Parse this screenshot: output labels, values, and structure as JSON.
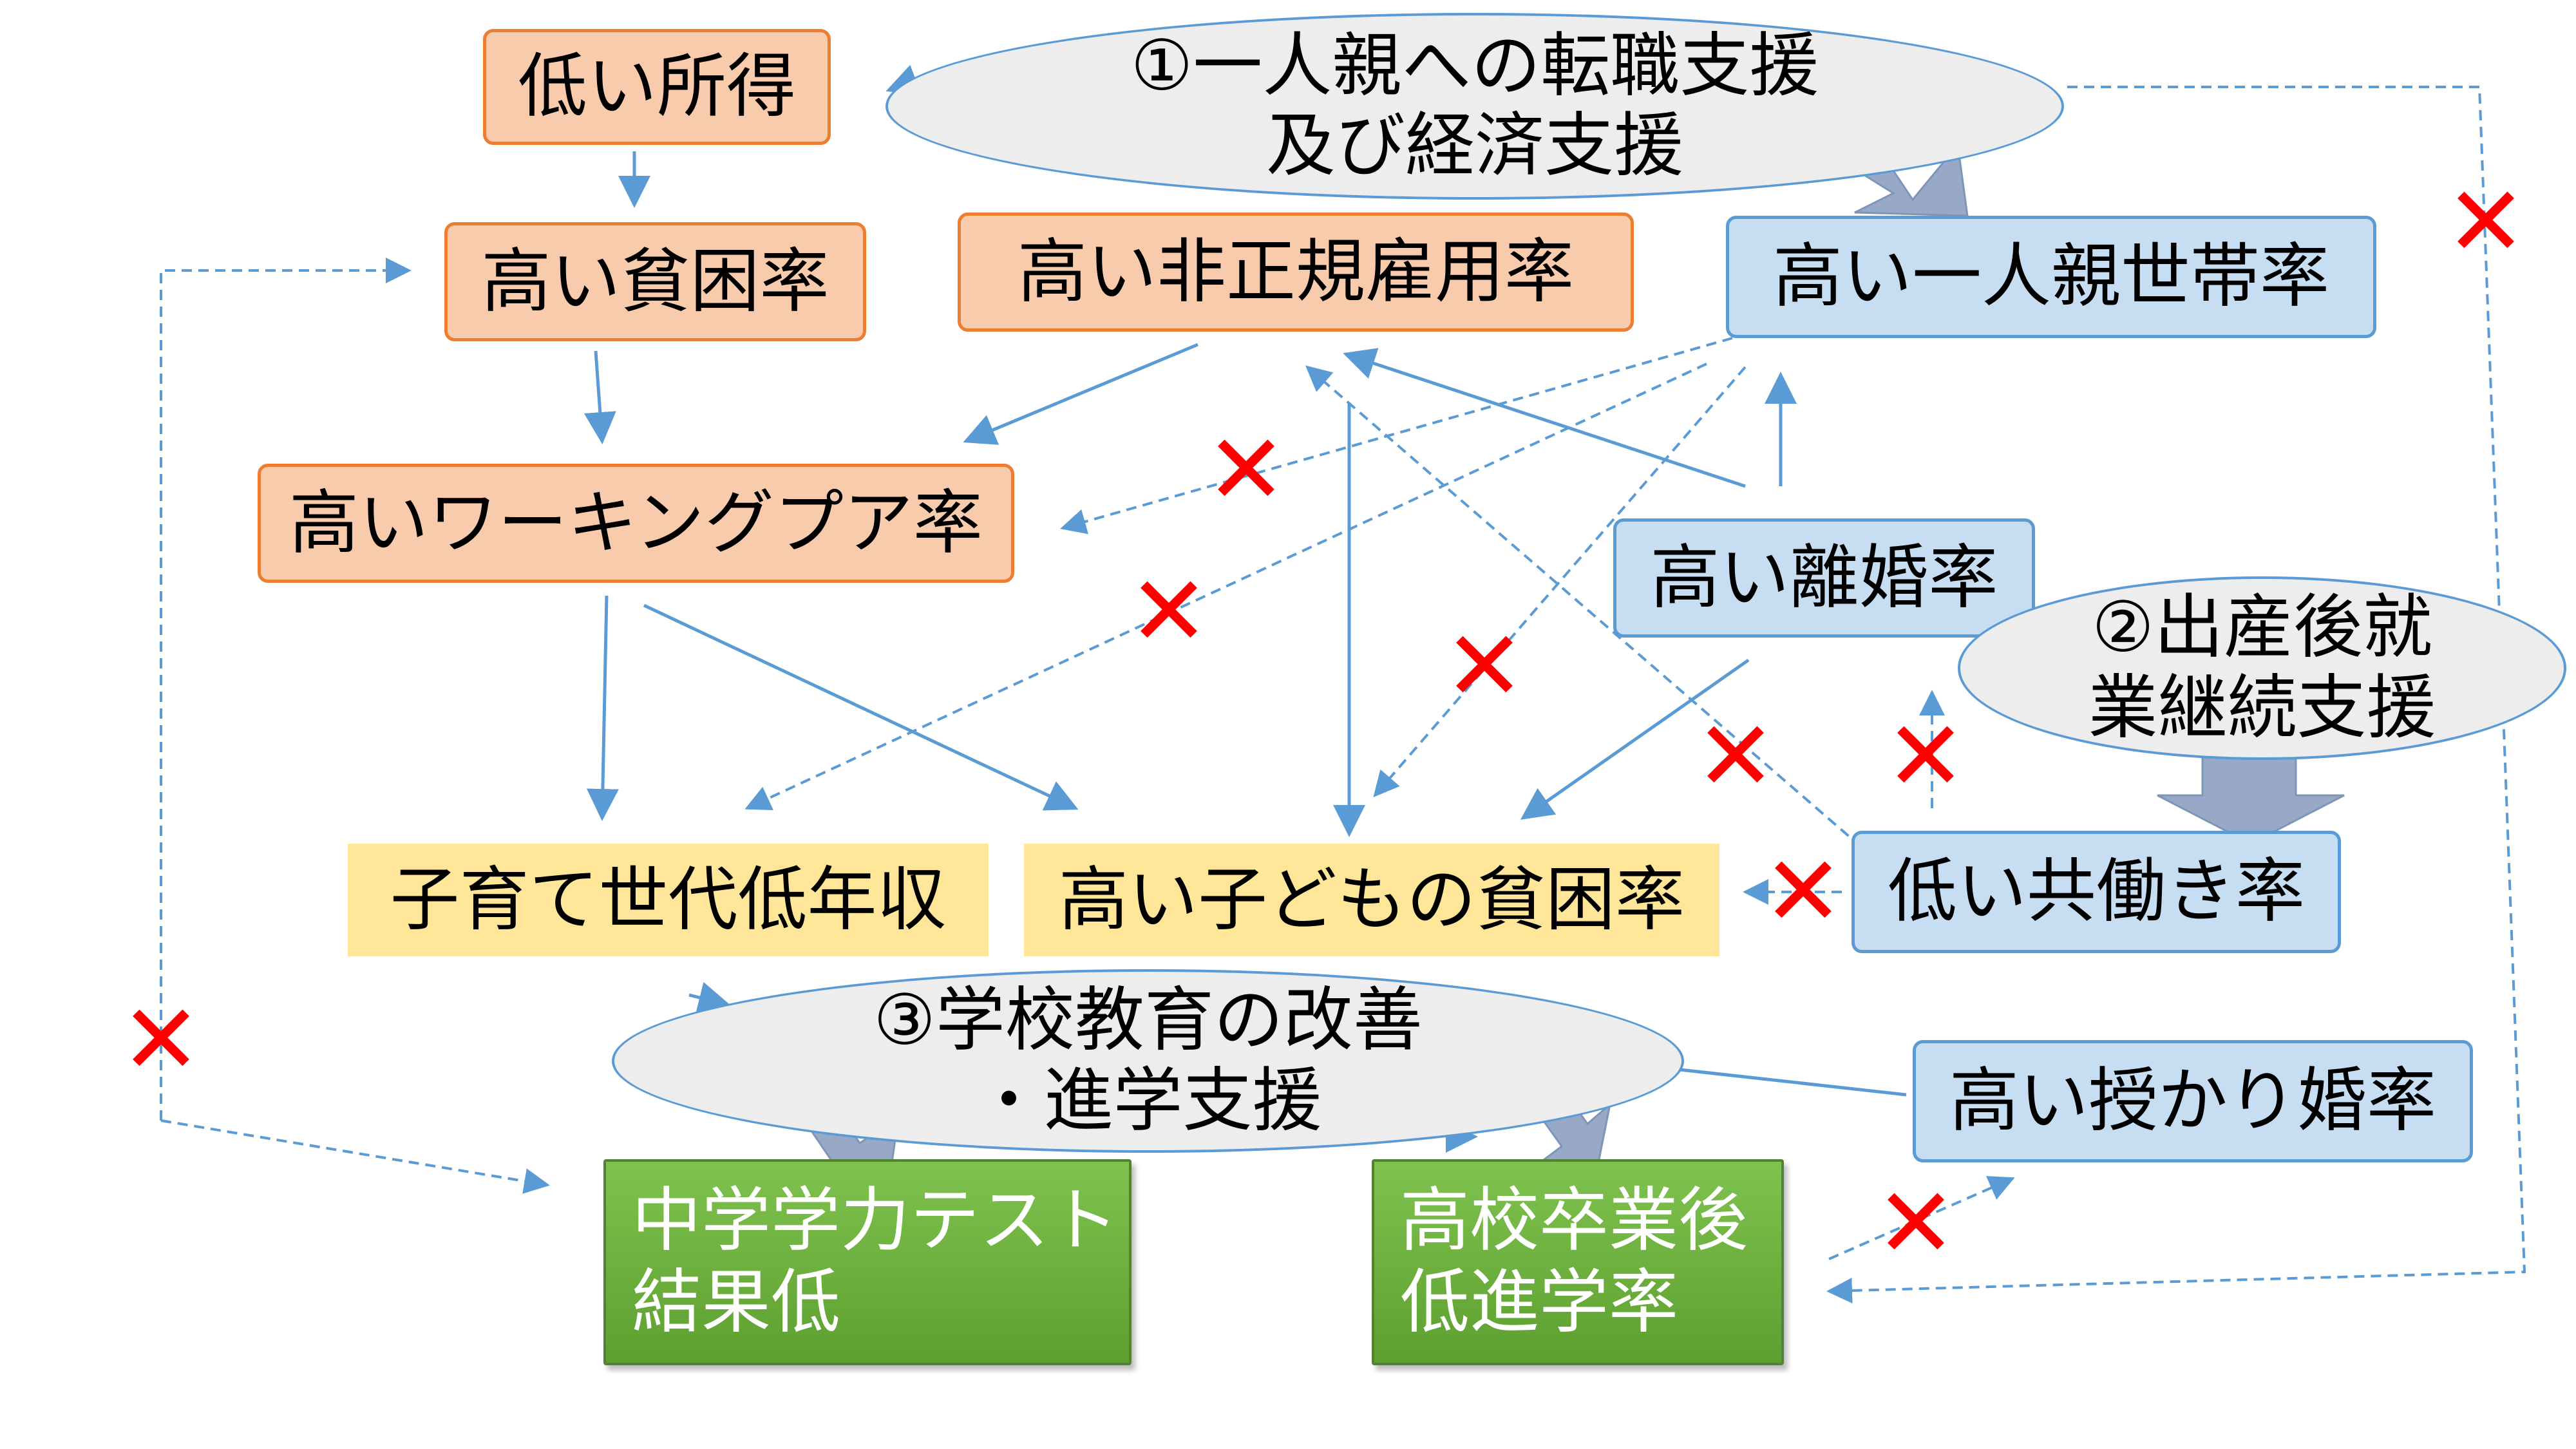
{
  "nodes": {
    "low_income": "低い所得",
    "high_poverty": "高い貧困率",
    "high_nonregular": "高い非正規雇用率",
    "high_single_parent": "高い一人親世帯率",
    "high_working_poor": "高いワーキングプア率",
    "high_divorce": "高い離婚率",
    "childrearing_low_income": "子育て世代低年収",
    "high_child_poverty": "高い子どもの貧困率",
    "low_dual_income": "低い共働き率",
    "high_shotgun_marriage": "高い授かり婚率",
    "middle_school_test_low": "中学学力テスト\n結果低",
    "low_college_rate": "高校卒業後\n低進学率"
  },
  "support": {
    "s1": "①一人親への転職支援\n及び経済支援",
    "s2": "②出産後就\n業継続支援",
    "s3": "③学校教育の改善\n・進学支援"
  },
  "colors": {
    "orange_fill": "#f8cbad",
    "orange_border": "#ed7d31",
    "blue_fill": "#c7ddf2",
    "blue_border": "#5b9bd5",
    "yellow_fill": "#ffe699",
    "green_fill": "#70ad47",
    "ellipse_fill": "#ededed",
    "arrow": "#5b9bd5",
    "block_arrow": "#97a9c7",
    "cross": "#ff0000"
  }
}
